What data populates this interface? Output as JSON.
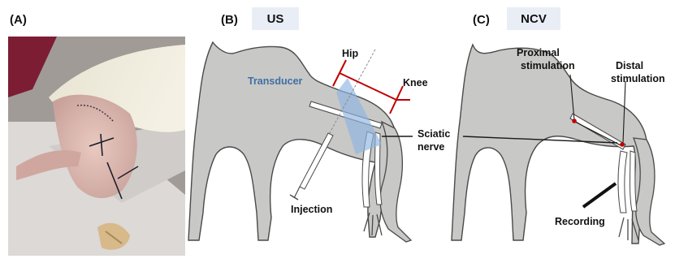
{
  "panels": {
    "a": {
      "label": "(A)"
    },
    "b": {
      "label": "(B)",
      "method": "US",
      "transducer": "Transducer",
      "hip": "Hip",
      "knee": "Knee",
      "sciatic": "Sciatic",
      "nerve": "nerve",
      "injection": "Injection"
    },
    "c": {
      "label": "(C)",
      "method": "NCV",
      "proximal": "Proximal",
      "proximal_2": "stimulation",
      "distal": "Distal",
      "distal_2": "stimulation",
      "recording": "Recording"
    }
  },
  "colors": {
    "body_fill": "#c8c8c6",
    "outline": "#4a4a4a",
    "transducer_beam": "#8db3e2",
    "marker_red": "#c00000",
    "method_box": "#e9eef6",
    "blue_label": "#3f6fa6"
  }
}
